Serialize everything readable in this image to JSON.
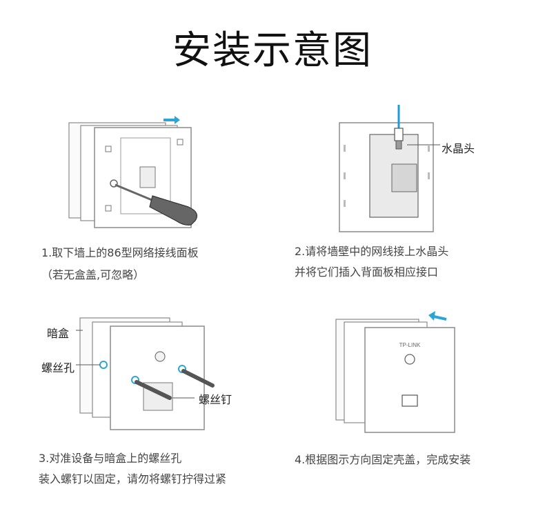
{
  "title": "安装示意图",
  "steps": [
    {
      "line1": "1.取下墙上的86型网络接线面板",
      "line2": "（若无盒盖,可忽略）"
    },
    {
      "line1": "2.请将墙壁中的网线接上水晶头",
      "line2": "并将它们插入背面板相应接口",
      "callouts": {
        "connector": "水晶头"
      }
    },
    {
      "line1": "3.对准设备与暗盒上的螺丝孔",
      "line2": "装入螺钉以固定，请勿将螺钉拧得过紧",
      "callouts": {
        "box": "暗盒",
        "hole": "螺丝孔",
        "screw": "螺丝钉"
      }
    },
    {
      "line1": "4.根据图示方向固定壳盖，完成安装",
      "line2": "",
      "brand_logo": "TP-LINK"
    }
  ],
  "colors": {
    "accent_arrow": "#2aa6d6",
    "cable": "#1e9bd7",
    "outline": "#8a8a8a",
    "screw": "#555555"
  }
}
